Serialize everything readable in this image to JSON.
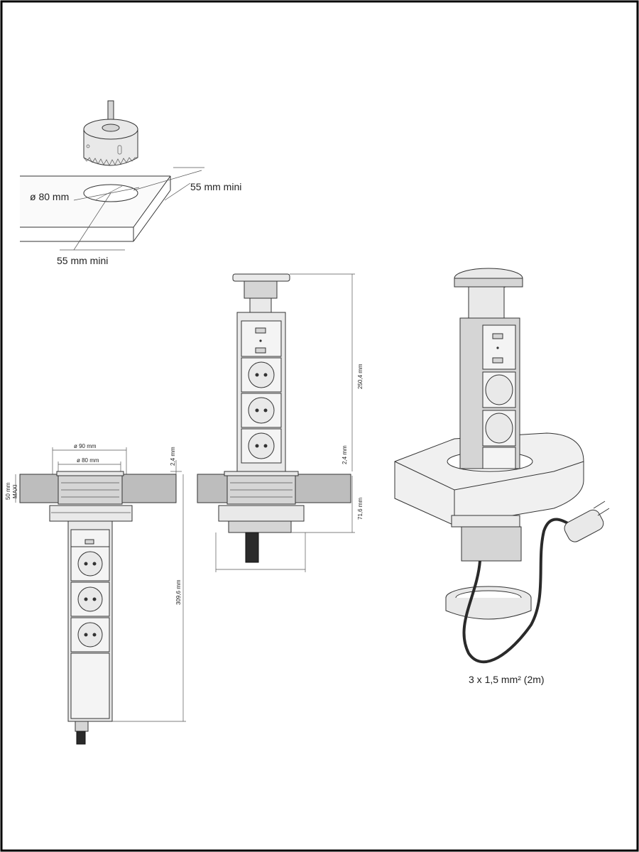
{
  "labels": {
    "hole_diameter": "ø 80 mm",
    "edge_distance_right": "55 mm mini",
    "edge_distance_bottom": "55 mm mini",
    "flange_diameter": "ø 90 mm",
    "body_diameter": "ø 80 mm",
    "counter_thickness": "50 mm",
    "counter_thickness_max": "MAXI",
    "flange_height_left": "2,4 mm",
    "below_counter_depth": "309,6 mm",
    "flange_height_mid": "2,4 mm",
    "above_counter_height": "250,4 mm",
    "below_counter_short": "71,6 mm",
    "cable_spec": "3 x 1,5 mm² (2m)"
  },
  "colors": {
    "outline": "#333333",
    "metal": "#e9e9e9",
    "counter": "#bdbdbd",
    "cable": "#2a2a2a"
  }
}
